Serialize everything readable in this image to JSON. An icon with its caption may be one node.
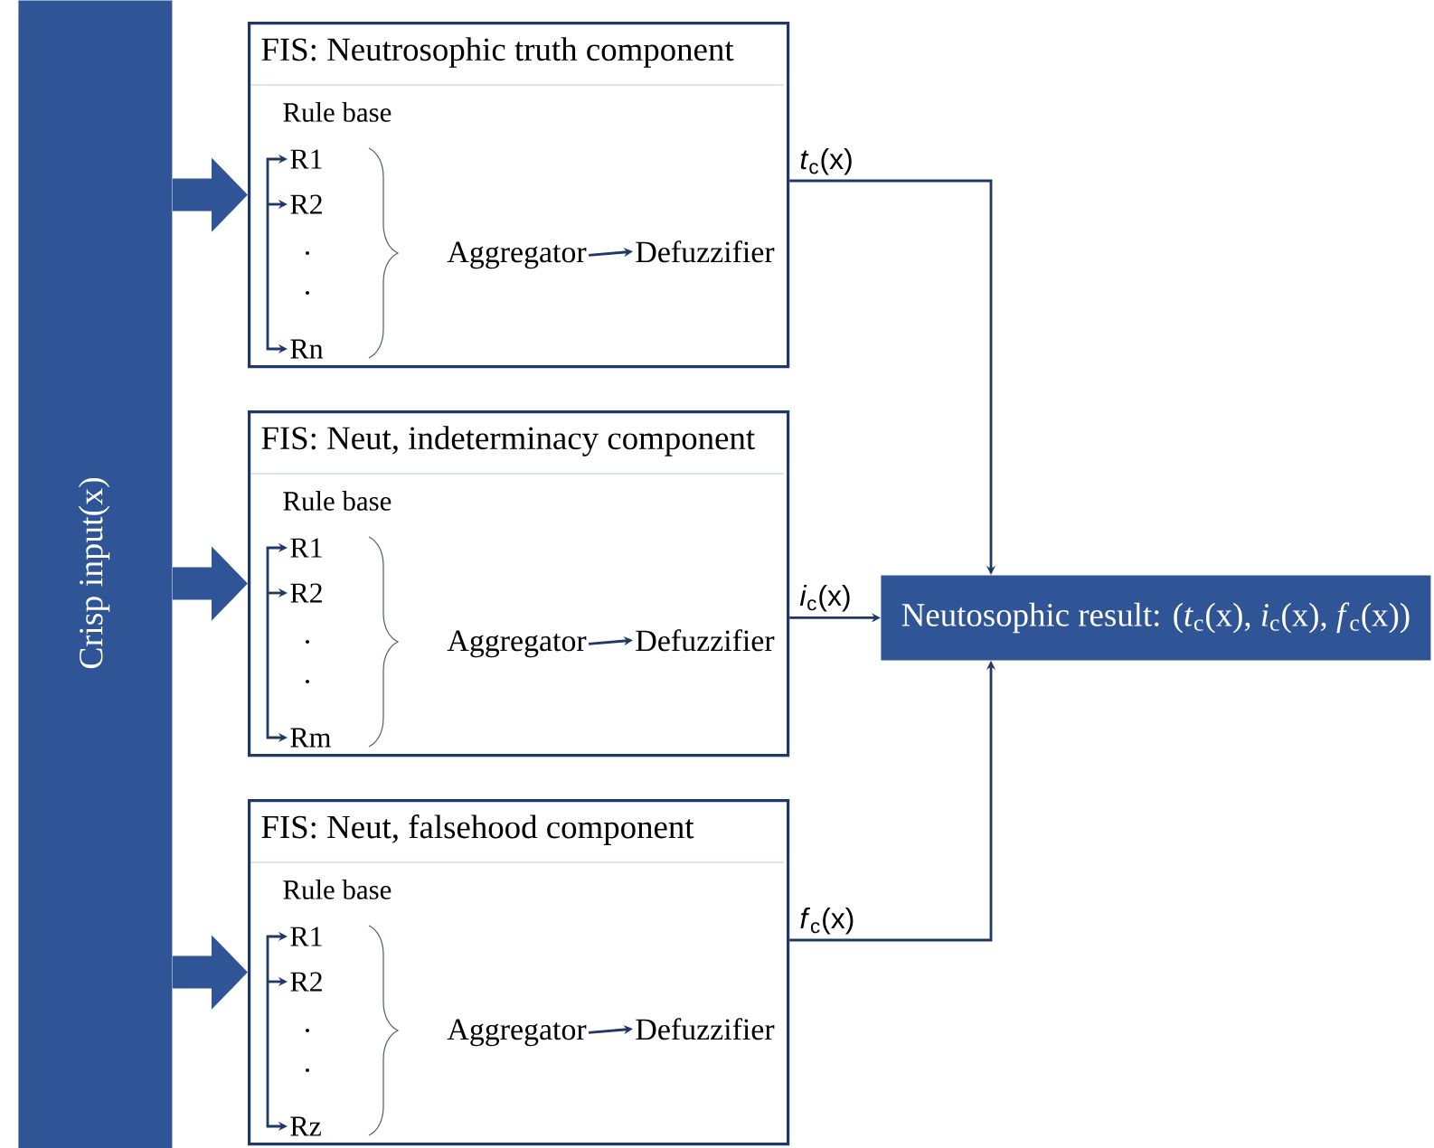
{
  "diagram": {
    "nodes": [
      {
        "text": [
          "Crisp input(x)"
        ]
      },
      {
        "text": [
          "FIS: Neutrosophic truth component",
          "Rule base"
        ]
      },
      {
        "text": [
          "R1"
        ],
        "in": 1
      },
      {
        "text": [
          "R2"
        ],
        "in": 1
      },
      {
        "text": [
          "Rn"
        ],
        "in": 1
      },
      {
        "text": [
          "Aggregator"
        ],
        "in": 1
      },
      {
        "text": [
          "Defuzzifier"
        ],
        "in": 1
      },
      {
        "text": [
          "FIS: Neut, indeterminacy component",
          "Rule base"
        ]
      },
      {
        "text": [
          "R1"
        ],
        "in": 7
      },
      {
        "text": [
          "R2"
        ],
        "in": 7
      },
      {
        "text": [
          "Rm"
        ],
        "in": 7
      },
      {
        "text": [
          "Aggregator"
        ],
        "in": 7
      },
      {
        "text": [
          "Defuzzifier"
        ],
        "in": 7
      },
      {
        "text": [
          "FIS: Neut, falsehood component",
          "Rule base"
        ]
      },
      {
        "text": [
          "R1"
        ],
        "in": 13
      },
      {
        "text": [
          "R2"
        ],
        "in": 13
      },
      {
        "text": [
          "Rz"
        ],
        "in": 13
      },
      {
        "text": [
          "Aggregator"
        ],
        "in": 13
      },
      {
        "text": [
          "Defuzzifier"
        ],
        "in": 13
      },
      {
        "text": [
          "Neutosophic result: (*t*$_{c}$(x), *i*$_{c}$(x), *f*$_{c}$(x))"
        ]
      }
    ],
    "edges": [
      {
        "from": 0,
        "to": 1,
        "arrow": "to",
        "style": "thick",
        "color": "#2f5597"
      },
      {
        "from": 0,
        "to": 7,
        "arrow": "to",
        "style": "thick",
        "color": "#2f5597"
      },
      {
        "from": 0,
        "to": 13,
        "arrow": "to",
        "style": "thick",
        "color": "#2f5597"
      },
      {
        "from": null,
        "to": 2,
        "arrow": "to"
      },
      {
        "from": null,
        "to": 3,
        "arrow": "to"
      },
      {
        "from": null,
        "to": 4,
        "arrow": "to"
      },
      {
        "from": 5,
        "to": 6,
        "arrow": "to"
      },
      {
        "from": null,
        "to": 8,
        "arrow": "to"
      },
      {
        "from": null,
        "to": 9,
        "arrow": "to"
      },
      {
        "from": null,
        "to": 10,
        "arrow": "to"
      },
      {
        "from": 11,
        "to": 12,
        "arrow": "to"
      },
      {
        "from": null,
        "to": 14,
        "arrow": "to"
      },
      {
        "from": null,
        "to": 15,
        "arrow": "to"
      },
      {
        "from": null,
        "to": 16,
        "arrow": "to"
      },
      {
        "from": 17,
        "to": 18,
        "arrow": "to"
      },
      {
        "from": 1,
        "to": 19,
        "arrow": "to",
        "label": "*t*$_{c}$(x)"
      },
      {
        "from": 7,
        "to": 19,
        "arrow": "to",
        "label": "*i*$_{c}$(x)"
      },
      {
        "from": 13,
        "to": 19,
        "arrow": "to",
        "label": "*f*$_{c}$(x)"
      }
    ]
  }
}
